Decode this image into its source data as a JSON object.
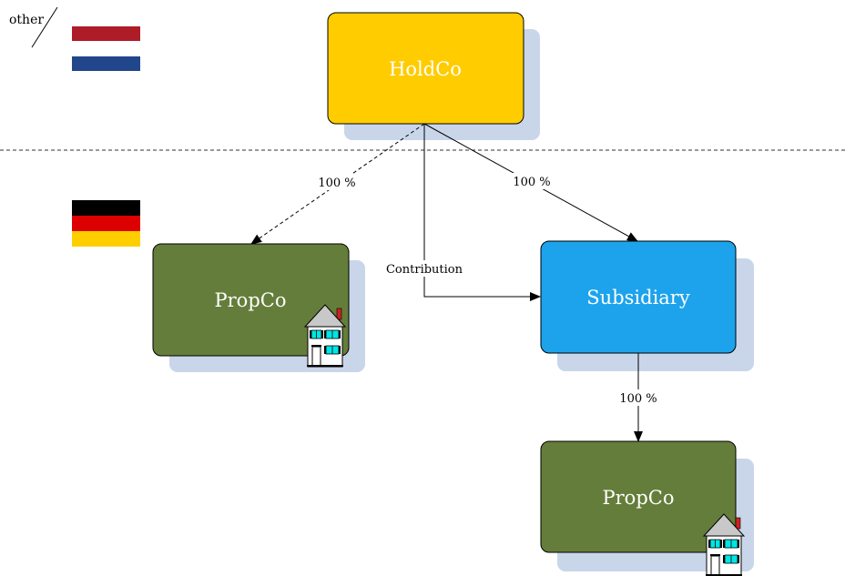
{
  "region_label": "other",
  "flags": [
    {
      "name": "netherlands-flag",
      "colors": [
        "#AE1C28",
        "#FFFFFF",
        "#21468B"
      ]
    },
    {
      "name": "germany-flag",
      "colors": [
        "#000000",
        "#DD0000",
        "#FFCE00"
      ]
    }
  ],
  "nodes": {
    "holdco": {
      "label": "HoldCo",
      "color": "#FFCC00"
    },
    "propco_left": {
      "label": "PropCo",
      "color": "#647D3A"
    },
    "subsidiary": {
      "label": "Subsidiary",
      "color": "#1CA3EC"
    },
    "propco_bottom": {
      "label": "PropCo",
      "color": "#647D3A"
    }
  },
  "shadow_color": "#C9D6EA",
  "edges": {
    "holdco_to_propco": {
      "label": "100 %",
      "style": "dashed"
    },
    "holdco_to_subsidiary": {
      "label": "100 %",
      "style": "solid"
    },
    "contribution": {
      "label": "Contribution",
      "style": "solid"
    },
    "subsidiary_to_propco": {
      "label": "100 %",
      "style": "solid"
    }
  },
  "icons": [
    "house-icon"
  ]
}
